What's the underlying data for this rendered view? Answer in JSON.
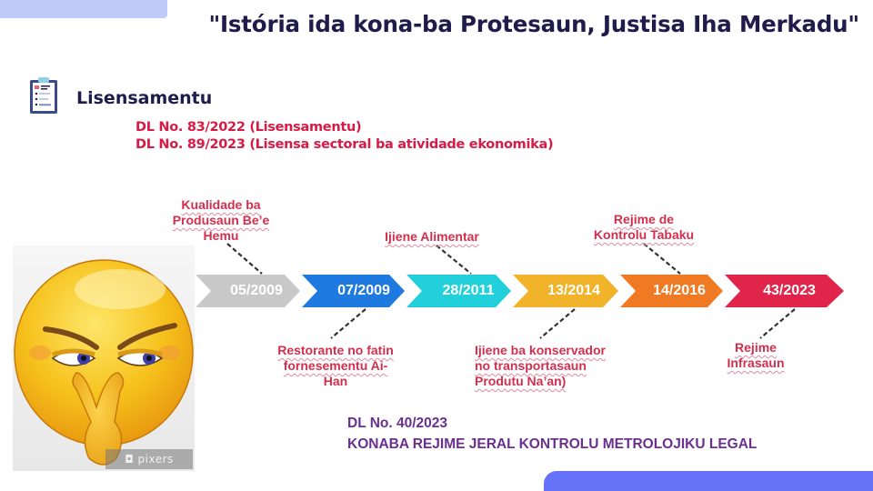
{
  "slide": {
    "title": "\"Istória ida kona-ba Protesaun, Justisa Iha Merkadu\"",
    "section": {
      "icon": "clipboard-icon",
      "title": "Lisensamentu"
    },
    "decree_lines": [
      "DL No. 83/2022 (Lisensamentu)",
      "DL No. 89/2023 (Lisensa sectoral ba atividade ekonomika)"
    ],
    "timeline": [
      {
        "date": "05/2009",
        "color": "#c8c8c8",
        "label_position": "above",
        "label_lines": [
          "Kualidade ba",
          "Produsaun Be’e",
          "Hemu"
        ]
      },
      {
        "date": "07/2009",
        "color": "#1f7ae0",
        "label_position": "below",
        "label_lines": [
          "Restorante no fatin",
          "fornesementu Ai-",
          "Han"
        ]
      },
      {
        "date": "28/2011",
        "color": "#22d0dc",
        "label_position": "above",
        "label_lines": [
          "Ijiene Alimentar"
        ]
      },
      {
        "date": "13/2014",
        "color": "#f1b32a",
        "label_position": "below",
        "label_lines": [
          "Ijiene ba konservador",
          "no transportasaun",
          "Produtu Na’an)"
        ]
      },
      {
        "date": "14/2016",
        "color": "#ef7a23",
        "label_position": "above",
        "label_lines": [
          "Rejime de",
          "Kontrolu Tabaku"
        ]
      },
      {
        "date": "43/2023",
        "color": "#e1244a",
        "label_position": "below",
        "label_lines": [
          "Rejime",
          "Infrasaun"
        ]
      }
    ],
    "image": {
      "description": "skeptical-emoji-covering-mouth",
      "watermark": "pixers"
    },
    "bottom_note": {
      "line1": "DL No. 40/2023",
      "line2": "KONABA REJIME JERAL KONTROLU METROLOJIKU LEGAL"
    },
    "colors": {
      "title": "#1f1b4b",
      "decree_red": "#d81b45",
      "label_red": "#d32f4d",
      "bottom_purple": "#6a2f8f",
      "top_bar": "#bfcaf8",
      "bottom_bar": "#6673f8"
    }
  }
}
